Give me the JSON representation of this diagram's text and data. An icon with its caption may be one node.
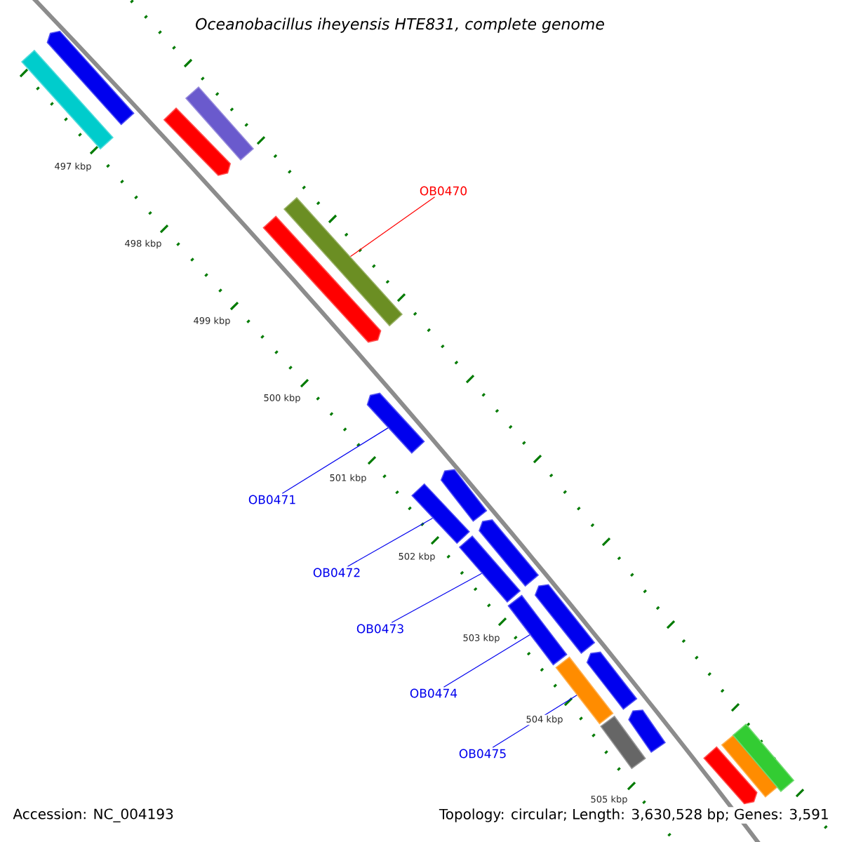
{
  "diagram": {
    "title": "Oceanobacillus iheyensis HTE831, complete genome",
    "nodes": [
      {
        "text": [
          "OB0470"
        ]
      },
      {
        "text": [],
        "shape": "bar"
      },
      {
        "text": [
          "OB0471"
        ]
      },
      {
        "text": [],
        "shape": "bar"
      },
      {
        "text": [
          "OB0472"
        ]
      },
      {
        "text": [],
        "shape": "bar"
      },
      {
        "text": [
          "OB0473"
        ]
      },
      {
        "text": [],
        "shape": "bar"
      },
      {
        "text": [
          "OB0474"
        ]
      },
      {
        "text": [],
        "shape": "bar"
      },
      {
        "text": [
          "OB0475"
        ]
      },
      {
        "text": [],
        "shape": "bar"
      },
      {
        "text": [],
        "shape": "bar"
      },
      {
        "text": [],
        "shape": "bar"
      },
      {
        "text": [],
        "shape": "bar"
      },
      {
        "text": [],
        "shape": "bar"
      },
      {
        "text": [],
        "shape": "bar"
      },
      {
        "text": [],
        "shape": "bar"
      },
      {
        "text": [],
        "shape": "bar"
      },
      {
        "text": [],
        "shape": "bar"
      },
      {
        "text": [],
        "shape": "bar"
      },
      {
        "text": [],
        "shape": "bar"
      },
      {
        "text": [],
        "shape": "bar"
      },
      {
        "text": [],
        "shape": "bar"
      },
      {
        "text": [],
        "shape": "bar"
      },
      {
        "text": [],
        "shape": "bar"
      }
    ],
    "edges": [
      {
        "from": 0,
        "to": 1,
        "arrow": "none",
        "color": "#ff0000"
      },
      {
        "from": 2,
        "to": 3,
        "arrow": "none"
      },
      {
        "from": 4,
        "to": 5,
        "arrow": "none"
      },
      {
        "from": 6,
        "to": 7,
        "arrow": "none"
      },
      {
        "from": 8,
        "to": 9,
        "arrow": "none"
      },
      {
        "from": 10,
        "to": 11,
        "arrow": "none"
      }
    ],
    "labels": [
      "497 kbp",
      "498 kbp",
      "499 kbp",
      "500 kbp",
      "501 kbp",
      "502 kbp",
      "503 kbp",
      "504 kbp",
      "505 kbp",
      "Accession: NC_004193",
      "Topology: circular; Length: 3,630,528 bp; Genes: 3,591"
    ]
  }
}
